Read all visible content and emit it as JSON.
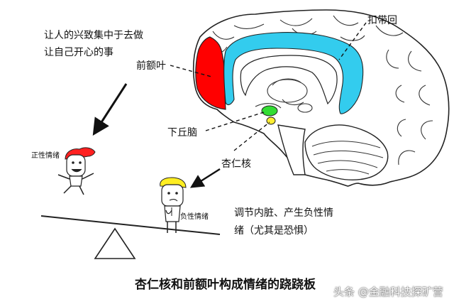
{
  "top_text": {
    "line1": "让人的兴致集中于去做",
    "line2": "让自己开心的事"
  },
  "labels": {
    "cingulate": "扣带回",
    "prefrontal": "前额叶",
    "hypothalamus": "下丘脑",
    "amygdala": "杏仁核",
    "positive_emotion": "正性情绪",
    "negative_emotion": "负性情绪"
  },
  "description": {
    "line1": "调节内脏、产生负性情",
    "line2": "绪（尤其是恐惧）"
  },
  "caption": "杏仁核和前额叶构成情绪的跷跷板",
  "watermark": "头条 @金融科技探矿营",
  "colors": {
    "prefrontal": "#ff0000",
    "cingulate": "#33ccee",
    "hypothalamus": "#33dd33",
    "amygdala": "#ffee33",
    "red_hair": "#ff2020",
    "yellow_hair": "#ffee22"
  }
}
